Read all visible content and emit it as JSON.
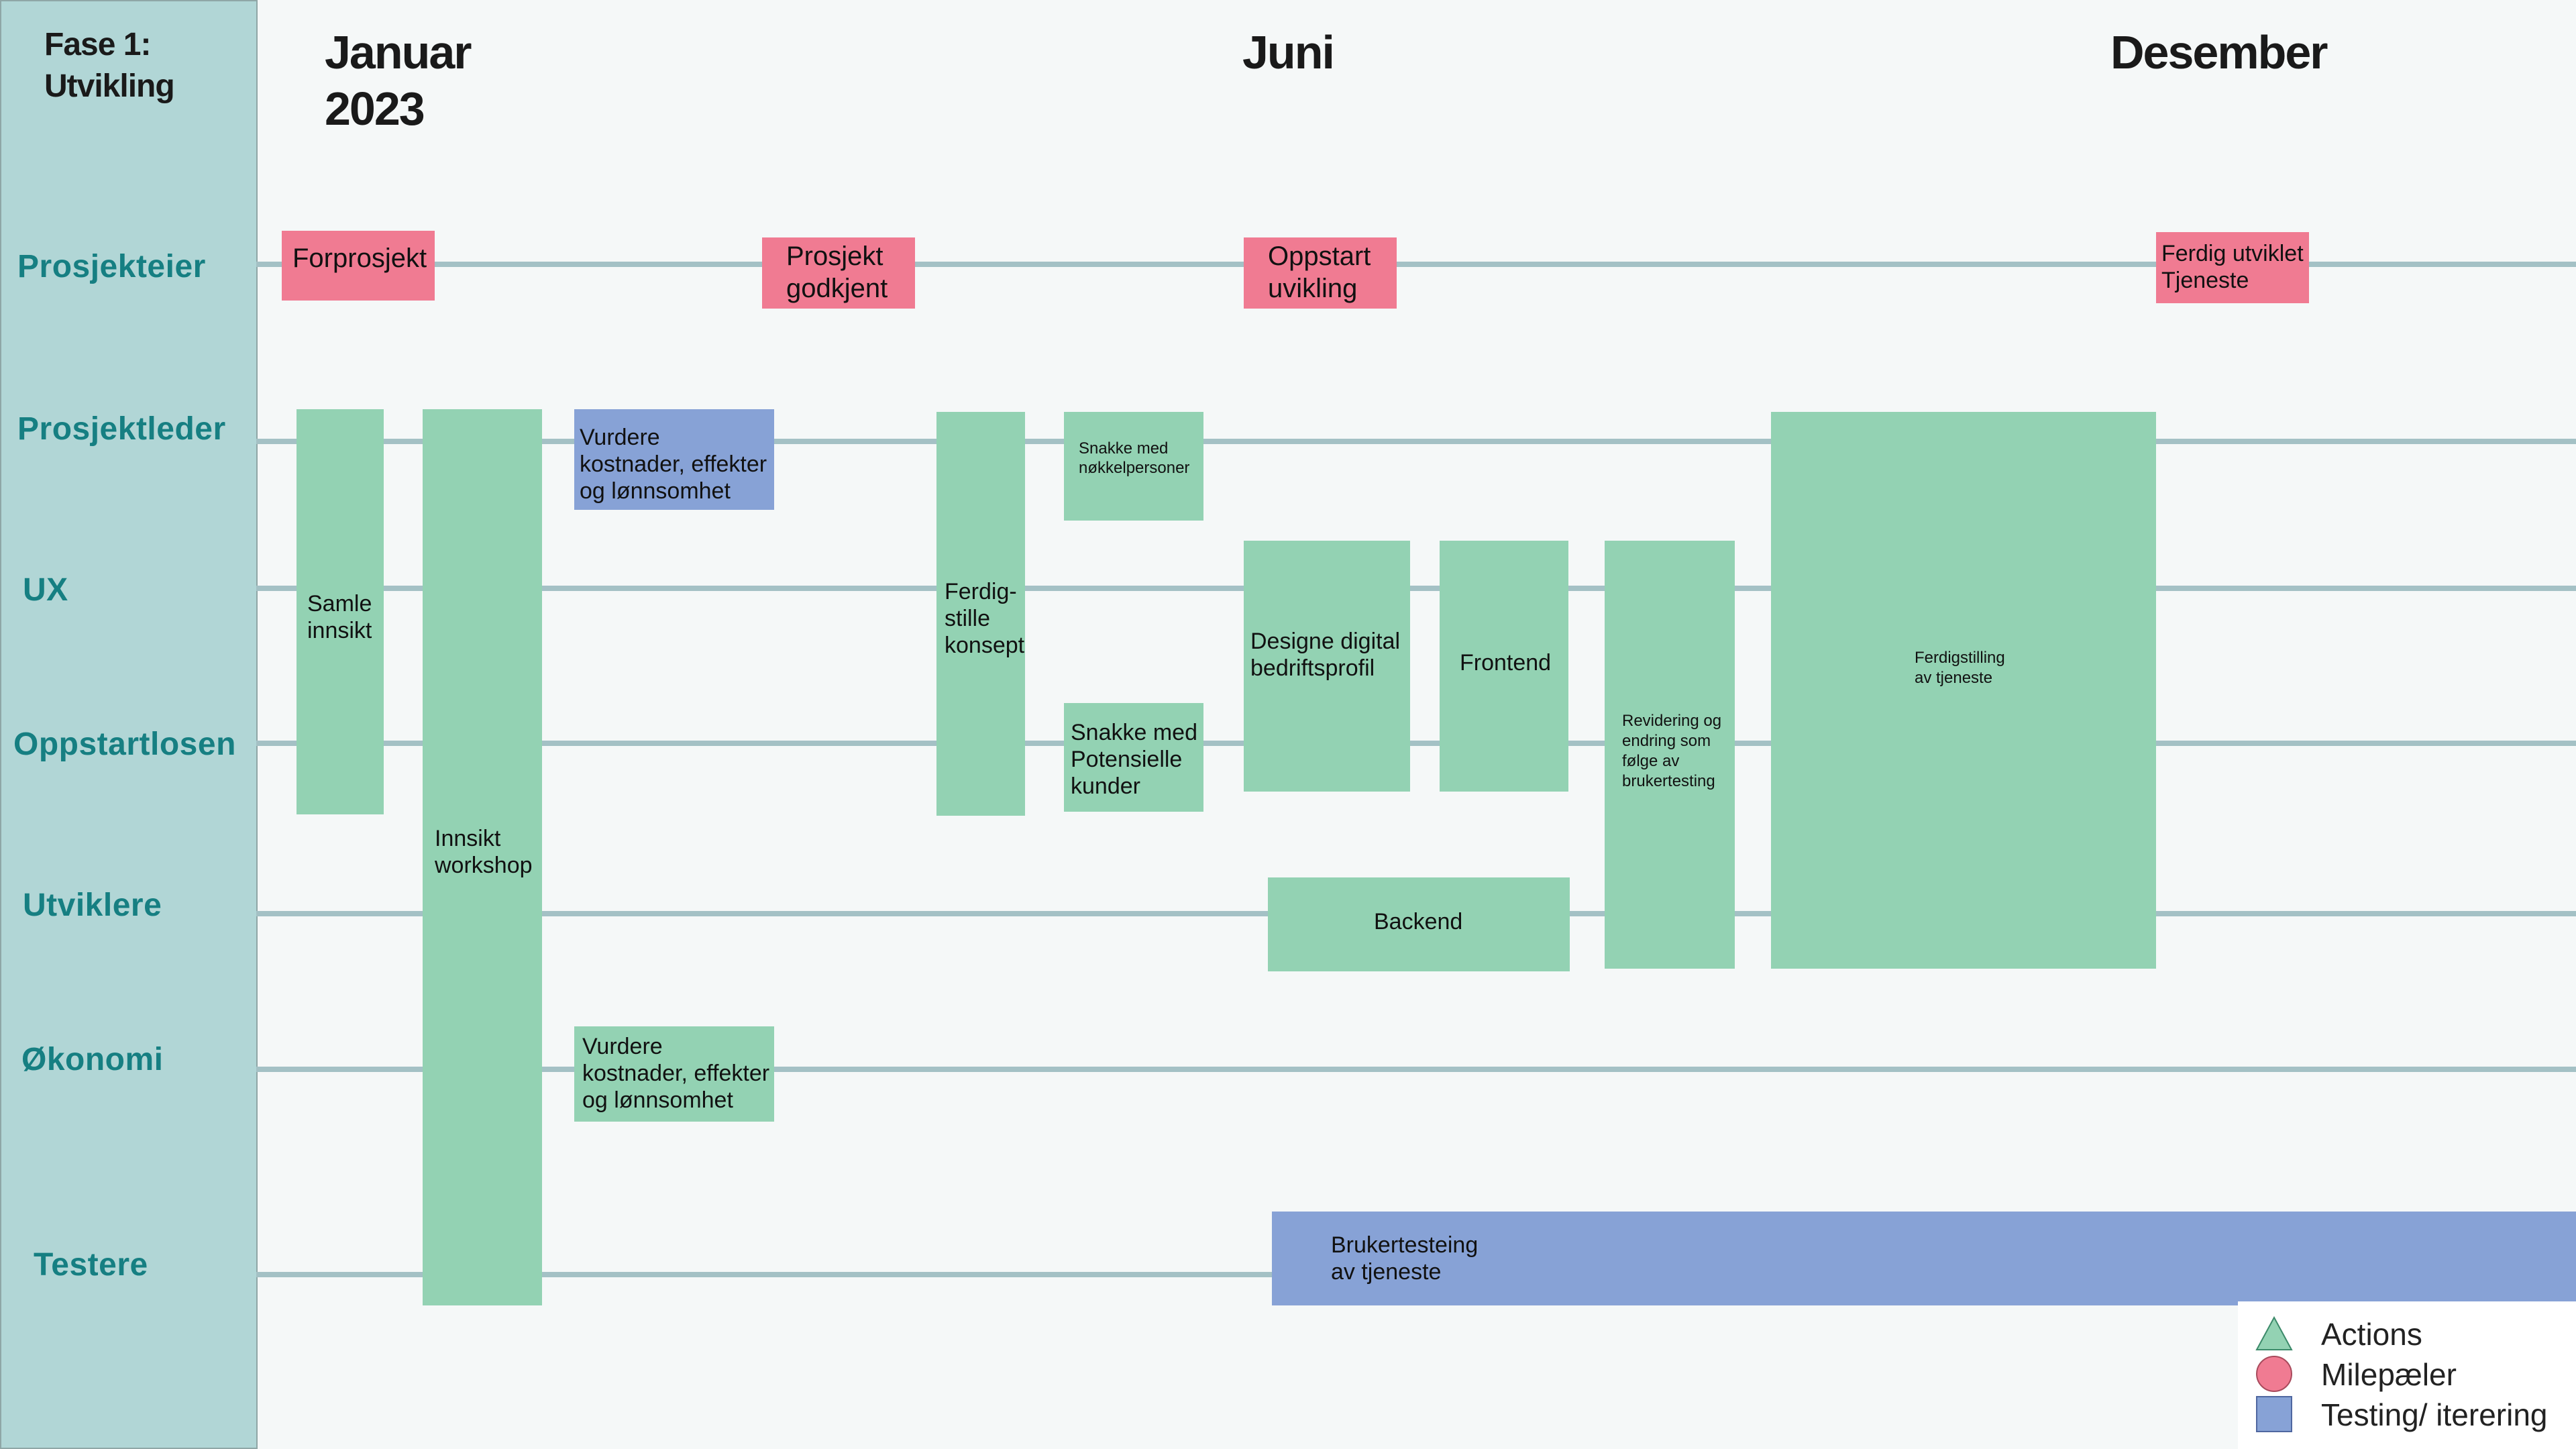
{
  "phase_title": "Fase 1:\nUtvikling",
  "months": {
    "january": "Januar\n2023",
    "june": "Juni",
    "december": "Desember"
  },
  "roles": {
    "prosjekteier": "Prosjekteier",
    "prosjektleder": "Prosjektleder",
    "ux": "UX",
    "oppstartlosen": "Oppstartlosen",
    "utviklere": "Utviklere",
    "okonomi": "Økonomi",
    "testere": "Testere"
  },
  "milestones": {
    "forprosjekt": "Forprosjekt",
    "prosjekt_godkjent": "Prosjekt\ngodkjent",
    "oppstart_utvikling": "Oppstart\nuvikling",
    "ferdig_utviklet": "Ferdig utviklet\nTjeneste"
  },
  "actions": {
    "samle_innsikt": "Samle\ninnsikt",
    "innsikt_workshop": "Innsikt\nworkshop",
    "ferdigstille_konsept": "Ferdig-\nstille\nkonsept",
    "snakke_nokkelpersoner": "Snakke med\nnøkkelpersoner",
    "snakke_kunder": "Snakke med\nPotensielle\nkunder",
    "designe_profil": "Designe digital\nbedriftsprofil",
    "frontend": "Frontend",
    "revidering": "Revidering og\nendring som\nfølge av\nbrukertesting",
    "ferdigstilling": "Ferdigstilling\nav tjeneste",
    "backend": "Backend",
    "vurdere_okonomi": "Vurdere\nkostnader, effekter\nog lønnsomhet"
  },
  "testing": {
    "vurdere_prosjektleder": "Vurdere\nkostnader, effekter\nog lønnsomhet",
    "brukertesting": "Brukertesteing\nav tjeneste"
  },
  "legend": {
    "actions": "Actions",
    "milestones": "Milepæler",
    "testing": "Testing/ iterering"
  },
  "colors": {
    "action": "#93d2b3",
    "milestone": "#f07b92",
    "testing": "#87a2d6",
    "role_text": "#167f82",
    "sidebar": "#b1d6d6",
    "lane": "#a4c1c5"
  },
  "legend_icons": {
    "actions": "triangle-icon",
    "milestones": "circle-icon",
    "testing": "square-icon"
  }
}
